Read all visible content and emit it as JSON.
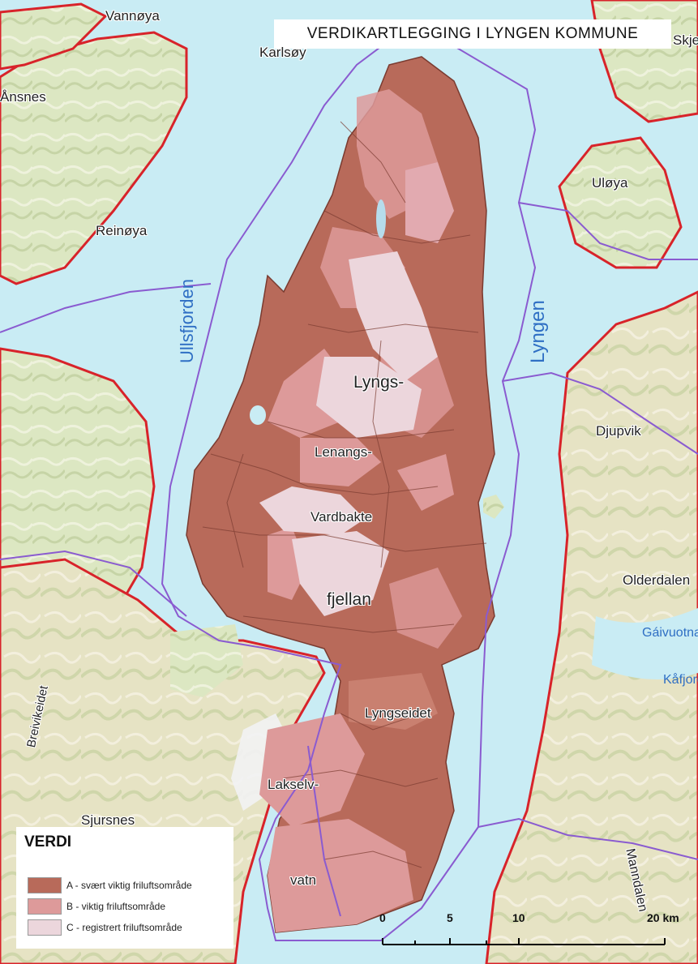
{
  "title": "VERDIKARTLEGGING I LYNGEN KOMMUNE",
  "colors": {
    "sea": "#c9ecf4",
    "land": "#dfe9c8",
    "value_a": "#b86a5a",
    "value_b": "#dd9a9a",
    "value_c": "#ecd6dc",
    "municipality_border": "#8a5bd0",
    "county_border": "#d8232a"
  },
  "place_labels": {
    "vannoya": "Vannøya",
    "karlsoy": "Karlsøy",
    "nnes": "Ånsnes",
    "reinoya": "Reinøya",
    "uloya": "Uløya",
    "lyngs": "Lyngs-",
    "lenangs": "Lenangs-",
    "nedre": "Vardbakte",
    "fjellan": "fjellan",
    "lyngseidet": "Lyngseidet",
    "djupvik": "Djupvik",
    "olderdalen": "Olderdalen",
    "gavvuotna": "Gáivuotna",
    "kafjord": "Kåfjord",
    "sjursnes": "Sjursnes",
    "breivikeidet": "Breivikeidet",
    "manndalen": "Manndalen",
    "lakselvvatnet": "Lakselv-",
    "vatn": "vatn",
    "ullsfjorden": "Ullsfjorden",
    "lyngen": "Lyngen",
    "corner": "Skjervøy"
  },
  "legend": {
    "title": "VERDI",
    "items": [
      {
        "label": "A - svært viktig friluftsområde",
        "color": "#b86a5a"
      },
      {
        "label": "B - viktig friluftsområde",
        "color": "#dd9a9a"
      },
      {
        "label": "C - registrert friluftsområde",
        "color": "#ecd6dc"
      }
    ]
  },
  "scale_bar": {
    "ticks": [
      "0",
      "5",
      "10",
      "20 km"
    ]
  }
}
